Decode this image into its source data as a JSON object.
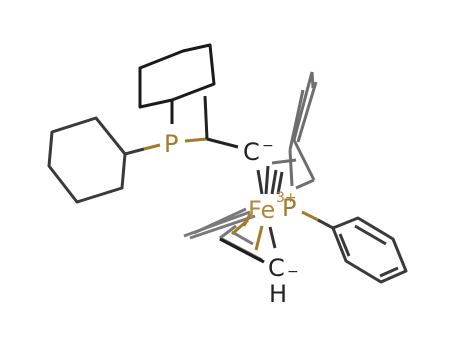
{
  "atoms": {
    "p_left": "P",
    "c_carbanion": "C",
    "c_carbanion_charge": "−",
    "fe": "Fe",
    "fe_charge": "3+",
    "p_right": "P",
    "c_bottom": "C",
    "c_bottom_charge": "−",
    "h_bottom": "H"
  },
  "colors": {
    "phosphorus": "#a57a2a",
    "carbon_dark": "#222222",
    "carbon_gray": "#7a7a7a",
    "iron": "#b08a3c"
  }
}
